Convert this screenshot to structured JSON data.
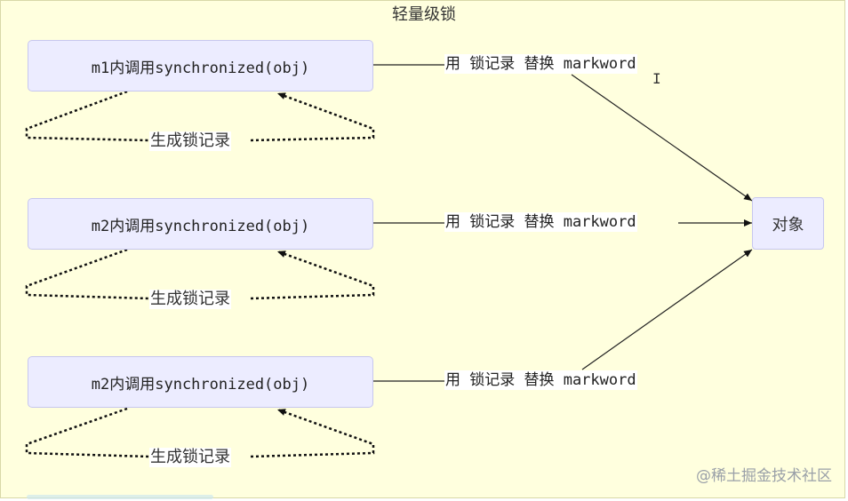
{
  "cluster_title": "轻量级锁",
  "methods": [
    {
      "label": "m1内调用synchronized(obj)",
      "edge_label": "用 锁记录 替换 markword",
      "loop_label": "生成锁记录"
    },
    {
      "label": "m2内调用synchronized(obj)",
      "edge_label": "用 锁记录 替换 markword",
      "loop_label": "生成锁记录"
    },
    {
      "label": "m2内调用synchronized(obj)",
      "edge_label": "用 锁记录 替换 markword",
      "loop_label": "生成锁记录"
    }
  ],
  "target_node": "对象",
  "cursor_glyph": "I",
  "watermark": "@稀土掘金技术社区"
}
